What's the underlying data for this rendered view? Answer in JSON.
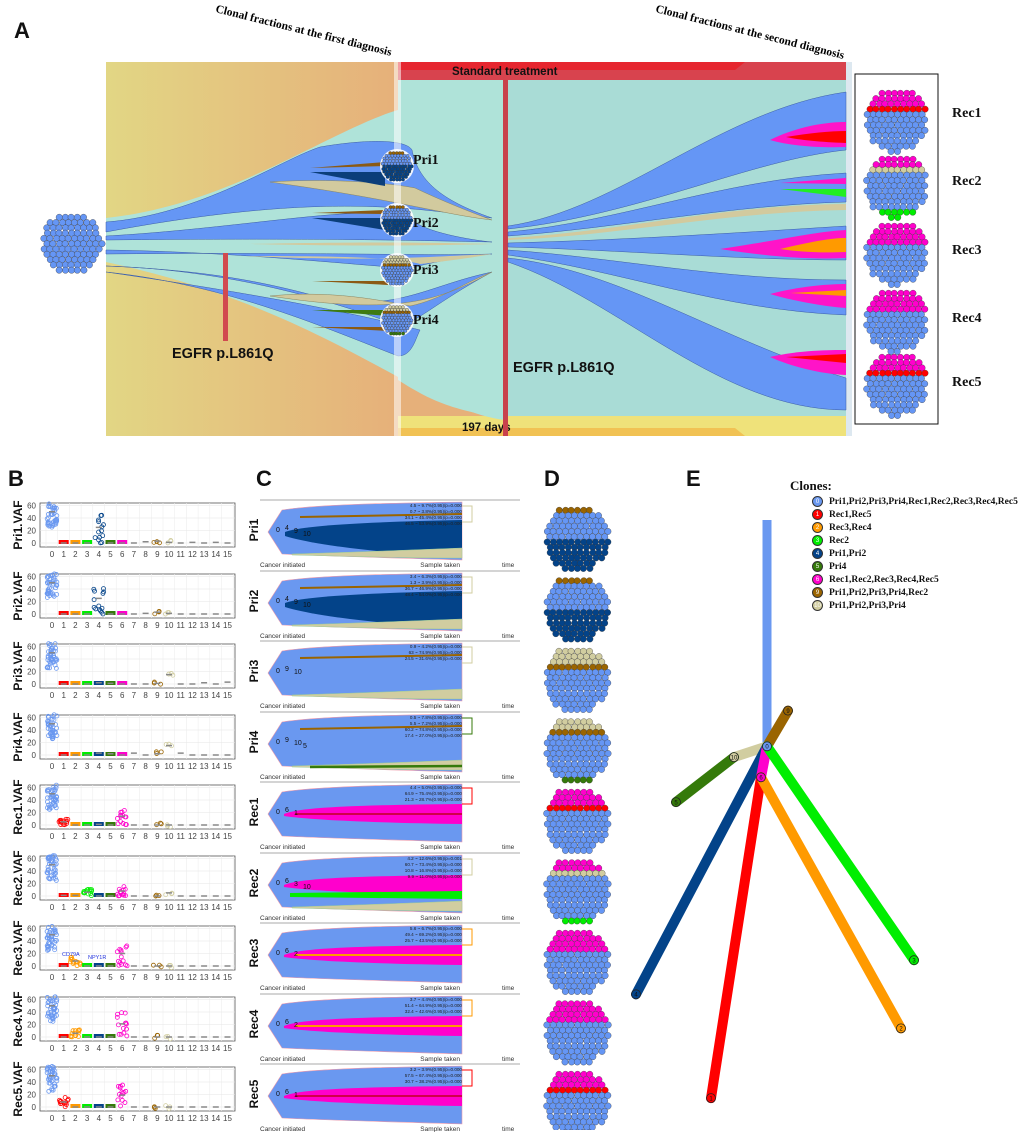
{
  "panels": {
    "A": {
      "letter": "A",
      "caption_first": "Clonal fractions at the first diagnosis",
      "caption_second": "Clonal fractions at the second diagnosis",
      "treatment_label": "Standard treatment",
      "duration_label": "197 days",
      "mutation_label_left": "EGFR p.L861Q",
      "mutation_label_right": "EGFR p.L861Q",
      "primary_samples": [
        "Pri1",
        "Pri2",
        "Pri3",
        "Pri4"
      ],
      "recurrent_samples": [
        "Rec1",
        "Rec2",
        "Rec3",
        "Rec4",
        "Rec5"
      ],
      "colors": {
        "pre_bg": "#e3cf82",
        "post_bg": "#aee0da",
        "treatment": "#d8434e",
        "duration": "#efe27a",
        "founder": "#6596f5",
        "subclone_10": "#d2ca9e"
      }
    },
    "B": {
      "letter": "B",
      "y_ticks": [
        "0",
        "20",
        "40",
        "60"
      ],
      "x_ticks": [
        "0",
        "1",
        "2",
        "3",
        "4",
        "5",
        "6",
        "7",
        "8",
        "9",
        "10",
        "11",
        "12",
        "13",
        "14",
        "15"
      ],
      "plots": [
        {
          "label": "Pri1.VAF"
        },
        {
          "label": "Pri2.VAF"
        },
        {
          "label": "Pri3.VAF"
        },
        {
          "label": "Pri4.VAF"
        },
        {
          "label": "Rec1.VAF"
        },
        {
          "label": "Rec2.VAF"
        },
        {
          "label": "Rec3.VAF",
          "genes": [
            "CD79A",
            "NPY1R"
          ]
        },
        {
          "label": "Rec4.VAF"
        },
        {
          "label": "Rec5.VAF"
        }
      ]
    },
    "C": {
      "letter": "C",
      "start_label": "Cancer initiated",
      "end_label": "Sample taken",
      "time_label": "time",
      "plots": [
        {
          "label": "Pri1",
          "clones": [
            "0",
            "4",
            "9",
            "10"
          ],
          "ci": [
            "4.5 ~ 9.7%(0.95)/p=0.000",
            "0.7 ~ 3.8%(0.95)/p=0.000",
            "34.1 ~ 45.4%(0.95)/p=0.000",
            "46.5 ~ 53.9%(0.95)/p=0.000"
          ]
        },
        {
          "label": "Pri2",
          "clones": [
            "0",
            "4",
            "9",
            "10"
          ],
          "ci": [
            "3.4 ~ 6.3%(0.95)/p=0.000",
            "1.3 ~ 3.9%(0.95)/p=0.000",
            "36.7 ~ 46.9%(0.95)/p=0.000",
            "48.4 ~ 54.0%(0.95)/p=0.000"
          ]
        },
        {
          "label": "Pri3",
          "clones": [
            "0",
            "9",
            "10"
          ],
          "ci": [
            "0.9 ~ 4.2%(0.95)/p=0.000",
            "63 ~ 74.9%(0.95)/p=0.000",
            "24.5 ~ 31.6%(0.95)/p=0.000"
          ]
        },
        {
          "label": "Pri4",
          "clones": [
            "0",
            "9",
            "10",
            "5"
          ],
          "ci": [
            "0.5 ~ 7.8%(0.95)/p=0.000",
            "5.5 ~ 7.2%(0.95)/p=0.000",
            "60.2 ~ 74.8%(0.95)/p=0.000",
            "17.4 ~ 27.0%(0.95)/p=0.000"
          ]
        },
        {
          "label": "Rec1",
          "clones": [
            "0",
            "6",
            "1"
          ],
          "ci": [
            "4.4 ~ 5.0%(0.95)/p=0.000",
            "64.9 ~ 75.4%(0.95)/p=0.000",
            "21.3 ~ 28.7%(0.95)/p=0.000"
          ]
        },
        {
          "label": "Rec2",
          "clones": [
            "0",
            "6",
            "3",
            "10"
          ],
          "ci": [
            "4.2 ~ 12.6%(0.95)/p=0.001",
            "60.7 ~ 73.4%(0.95)/p=0.000",
            "10.8 ~ 16.8%(0.95)/p=0.000",
            "9.9 ~ 11.0%(0.95)/p=0.000"
          ]
        },
        {
          "label": "Rec3",
          "clones": [
            "0",
            "6",
            "2"
          ],
          "ci": [
            "5.6 ~ 6.7%(0.95)/p=0.000",
            "49.4 ~ 69.2%(0.95)/p=0.000",
            "25.7 ~ 43.5%(0.95)/p=0.000"
          ]
        },
        {
          "label": "Rec4",
          "clones": [
            "0",
            "6",
            "2"
          ],
          "ci": [
            "3.7 ~ 4.4%(0.95)/p=0.000",
            "51.4 ~ 64.9%(0.95)/p=0.000",
            "32.4 ~ 42.6%(0.95)/p=0.000"
          ]
        },
        {
          "label": "Rec5",
          "clones": [
            "0",
            "6",
            "1"
          ],
          "ci": [
            "3.2 ~ 3.9%(0.95)/p=0.000",
            "57.5 ~ 67.4%(0.95)/p=0.000",
            "30.7 ~ 38.2%(0.95)/p=0.000"
          ]
        }
      ]
    },
    "D": {
      "letter": "D"
    },
    "E": {
      "letter": "E",
      "legend_title": "Clones:",
      "clones": [
        {
          "id": "0",
          "label": "Pri1,Pri2,Pri3,Pri4,Rec1,Rec2,Rec3,Rec4,Rec5",
          "color": "#6a98f0"
        },
        {
          "id": "1",
          "label": "Rec1,Rec5",
          "color": "#ff0000"
        },
        {
          "id": "2",
          "label": "Rec3,Rec4",
          "color": "#ff9a00"
        },
        {
          "id": "3",
          "label": "Rec2",
          "color": "#00ee00"
        },
        {
          "id": "4",
          "label": "Pri1,Pri2",
          "color": "#034389"
        },
        {
          "id": "5",
          "label": "Pri4",
          "color": "#357a0a"
        },
        {
          "id": "6",
          "label": "Rec1,Rec2,Rec3,Rec4,Rec5",
          "color": "#ff00cc"
        },
        {
          "id": "9",
          "label": "Pri1,Pri2,Pri3,Pri4,Rec2",
          "color": "#9a6400"
        },
        {
          "id": "10",
          "label": "Pri1,Pri2,Pri3,Pri4",
          "color": "#d1cda0"
        }
      ]
    }
  }
}
